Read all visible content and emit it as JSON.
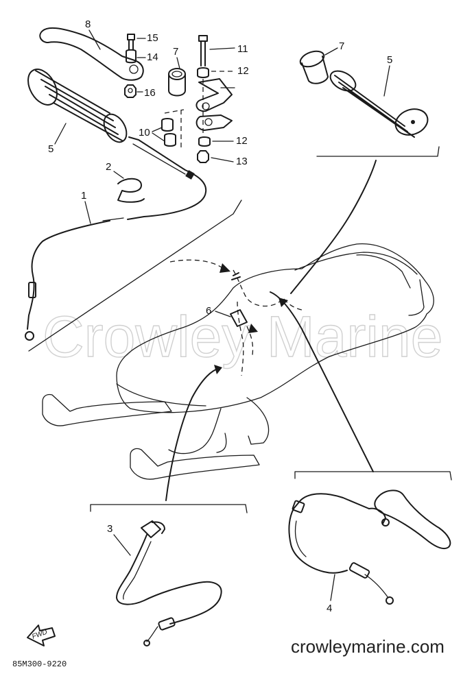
{
  "watermark": "Crowley Marine",
  "site": "crowleymarine.com",
  "part_number": "85M300-9220",
  "fwd_label": "FWD",
  "callouts": {
    "c1": "1",
    "c2": "2",
    "c3": "3",
    "c4": "4",
    "c5a": "5",
    "c5b": "5",
    "c6": "6",
    "c7a": "7",
    "c7b": "7",
    "c8": "8",
    "c10": "10",
    "c11": "11",
    "c12a": "12",
    "c12b": "12",
    "c13": "13",
    "c14": "14",
    "c15": "15",
    "c16": "16"
  }
}
